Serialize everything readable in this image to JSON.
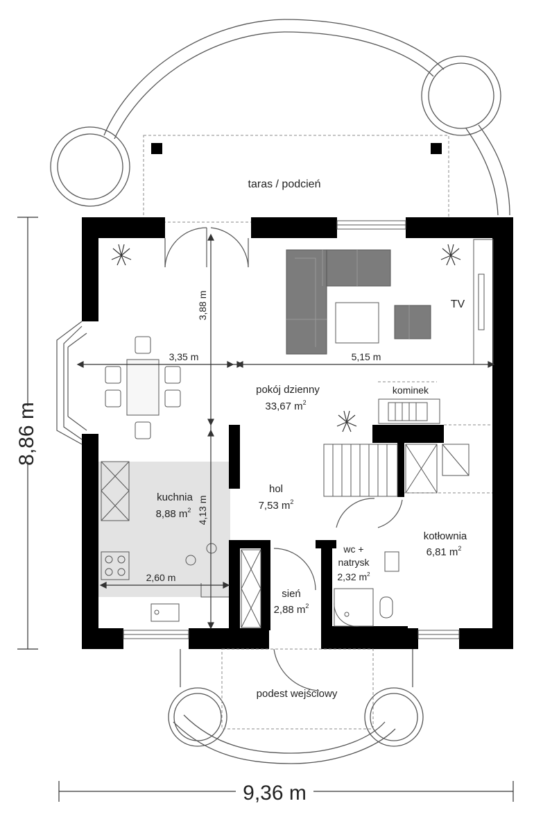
{
  "rooms": {
    "terrace": "taras / podcień",
    "living_name": "pokój dzienny",
    "living_area": "33,67 m",
    "kitchen_name": "kuchnia",
    "kitchen_area": "8,88 m",
    "hall_name": "hol",
    "hall_area": "7,53 m",
    "vestibule_name": "sień",
    "vestibule_area": "2,88 m",
    "wc_line1": "wc +",
    "wc_line2": "natrysk",
    "wc_area": "2,32 m",
    "boiler_name": "kotłownia",
    "boiler_area": "6,81 m",
    "fireplace": "kominek",
    "tv": "TV",
    "entrance_landing": "podest wejściowy",
    "sup": "2"
  },
  "dimensions": {
    "overall_height": "8,86 m",
    "overall_width": "9,36 m",
    "dining_width": "3,35 m",
    "living_width": "5,15 m",
    "living_depth": "3,88 m",
    "kitchen_depth": "4,13 m",
    "kitchen_width": "2,60 m"
  },
  "colors": {
    "wall": "#000000",
    "kitchen_floor": "#e3e3e3",
    "furniture": "#7c7c7c",
    "line": "#555555"
  }
}
